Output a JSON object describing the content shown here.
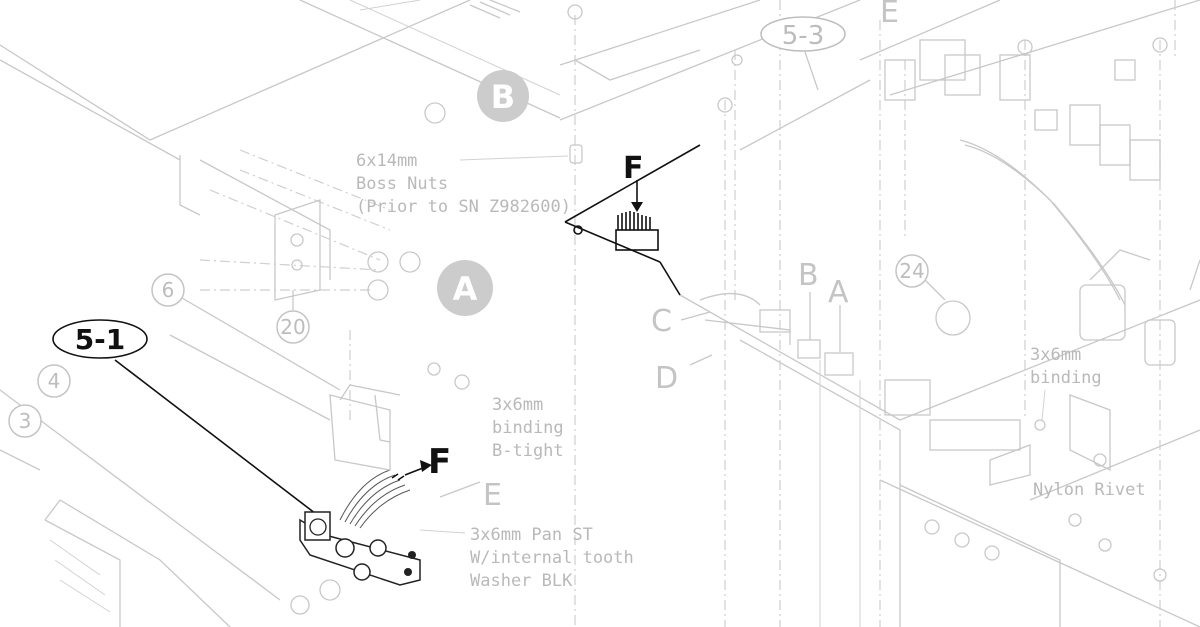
{
  "callouts": {
    "main_ref": "5-1",
    "ref_5_3": "5-3",
    "num_20": "20",
    "num_6": "6",
    "num_4": "4",
    "num_3": "3",
    "num_24": "24",
    "circle_b": "B",
    "circle_a": "A"
  },
  "letters": {
    "f_top": "F",
    "f_bottom": "F",
    "e_bottom": "E",
    "e_top": "E",
    "c": "C",
    "d": "D",
    "b": "B",
    "a": "A"
  },
  "notes": {
    "boss_nuts_line1": "6x14mm",
    "boss_nuts_line2": "Boss Nuts",
    "boss_nuts_line3": "(Prior to SN Z982600)",
    "binding_btight_line1": "3x6mm",
    "binding_btight_line2": "binding",
    "binding_btight_line3": "B-tight",
    "pan_st_line1": "3x6mm Pan ST",
    "pan_st_line2": "W/internal tooth",
    "pan_st_line3": "Washer BLK",
    "binding_right_line1": "3x6mm",
    "binding_right_line2": "binding",
    "nylon_rivet": "Nylon Rivet"
  }
}
